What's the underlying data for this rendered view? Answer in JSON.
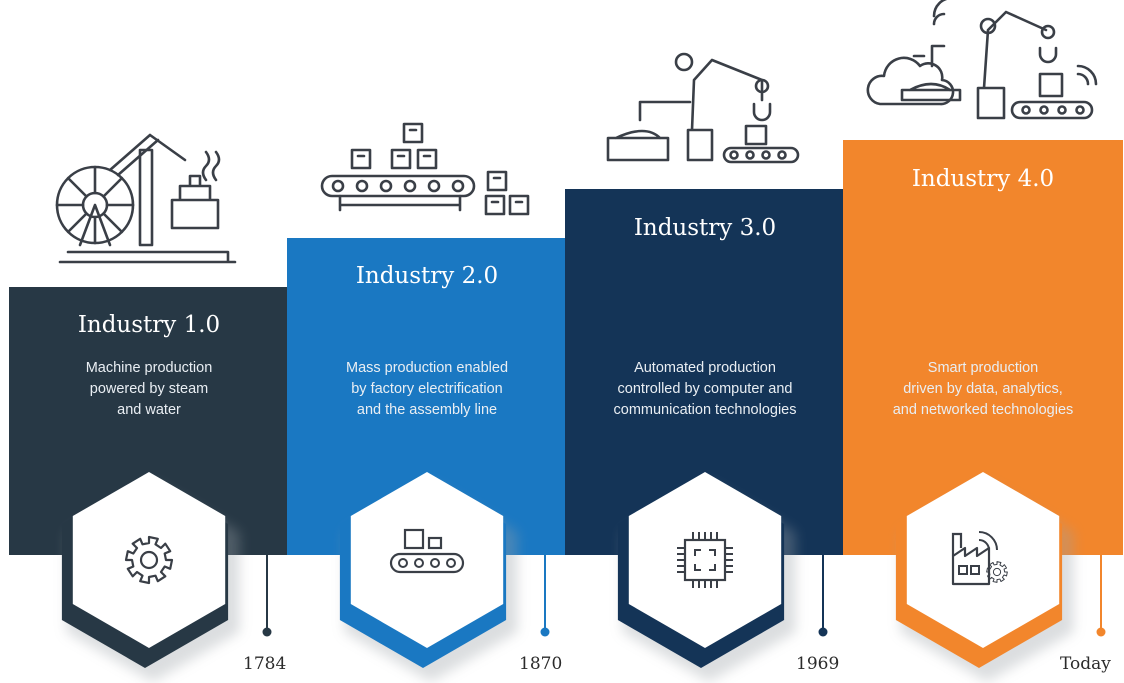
{
  "eras": [
    {
      "title": "Industry 1.0",
      "description": [
        "Machine production",
        "powered by steam",
        "and water"
      ],
      "year": "1784",
      "color": "#273845",
      "icon": "gear-icon",
      "illustration": "steam-engine-icon"
    },
    {
      "title": "Industry 2.0",
      "description": [
        "Mass production enabled",
        "by factory electrification",
        "and the assembly line"
      ],
      "year": "1870",
      "color": "#1a78c2",
      "icon": "conveyor-belt-icon",
      "illustration": "assembly-line-icon"
    },
    {
      "title": "Industry 3.0",
      "description": [
        "Automated production",
        "controlled by computer and",
        "communication technologies"
      ],
      "year": "1969",
      "color": "#143457",
      "icon": "microchip-icon",
      "illustration": "robot-arm-icon"
    },
    {
      "title": "Industry 4.0",
      "description": [
        "Smart production",
        "driven by data, analytics,",
        "and networked technologies"
      ],
      "year": "Today",
      "color": "#f2862c",
      "icon": "smart-factory-icon",
      "illustration": "connected-robot-icon"
    }
  ],
  "colors": {
    "line_icon": "#3a3f47",
    "hex_fill": "#ffffff",
    "year_text": "#2b2b2b"
  }
}
